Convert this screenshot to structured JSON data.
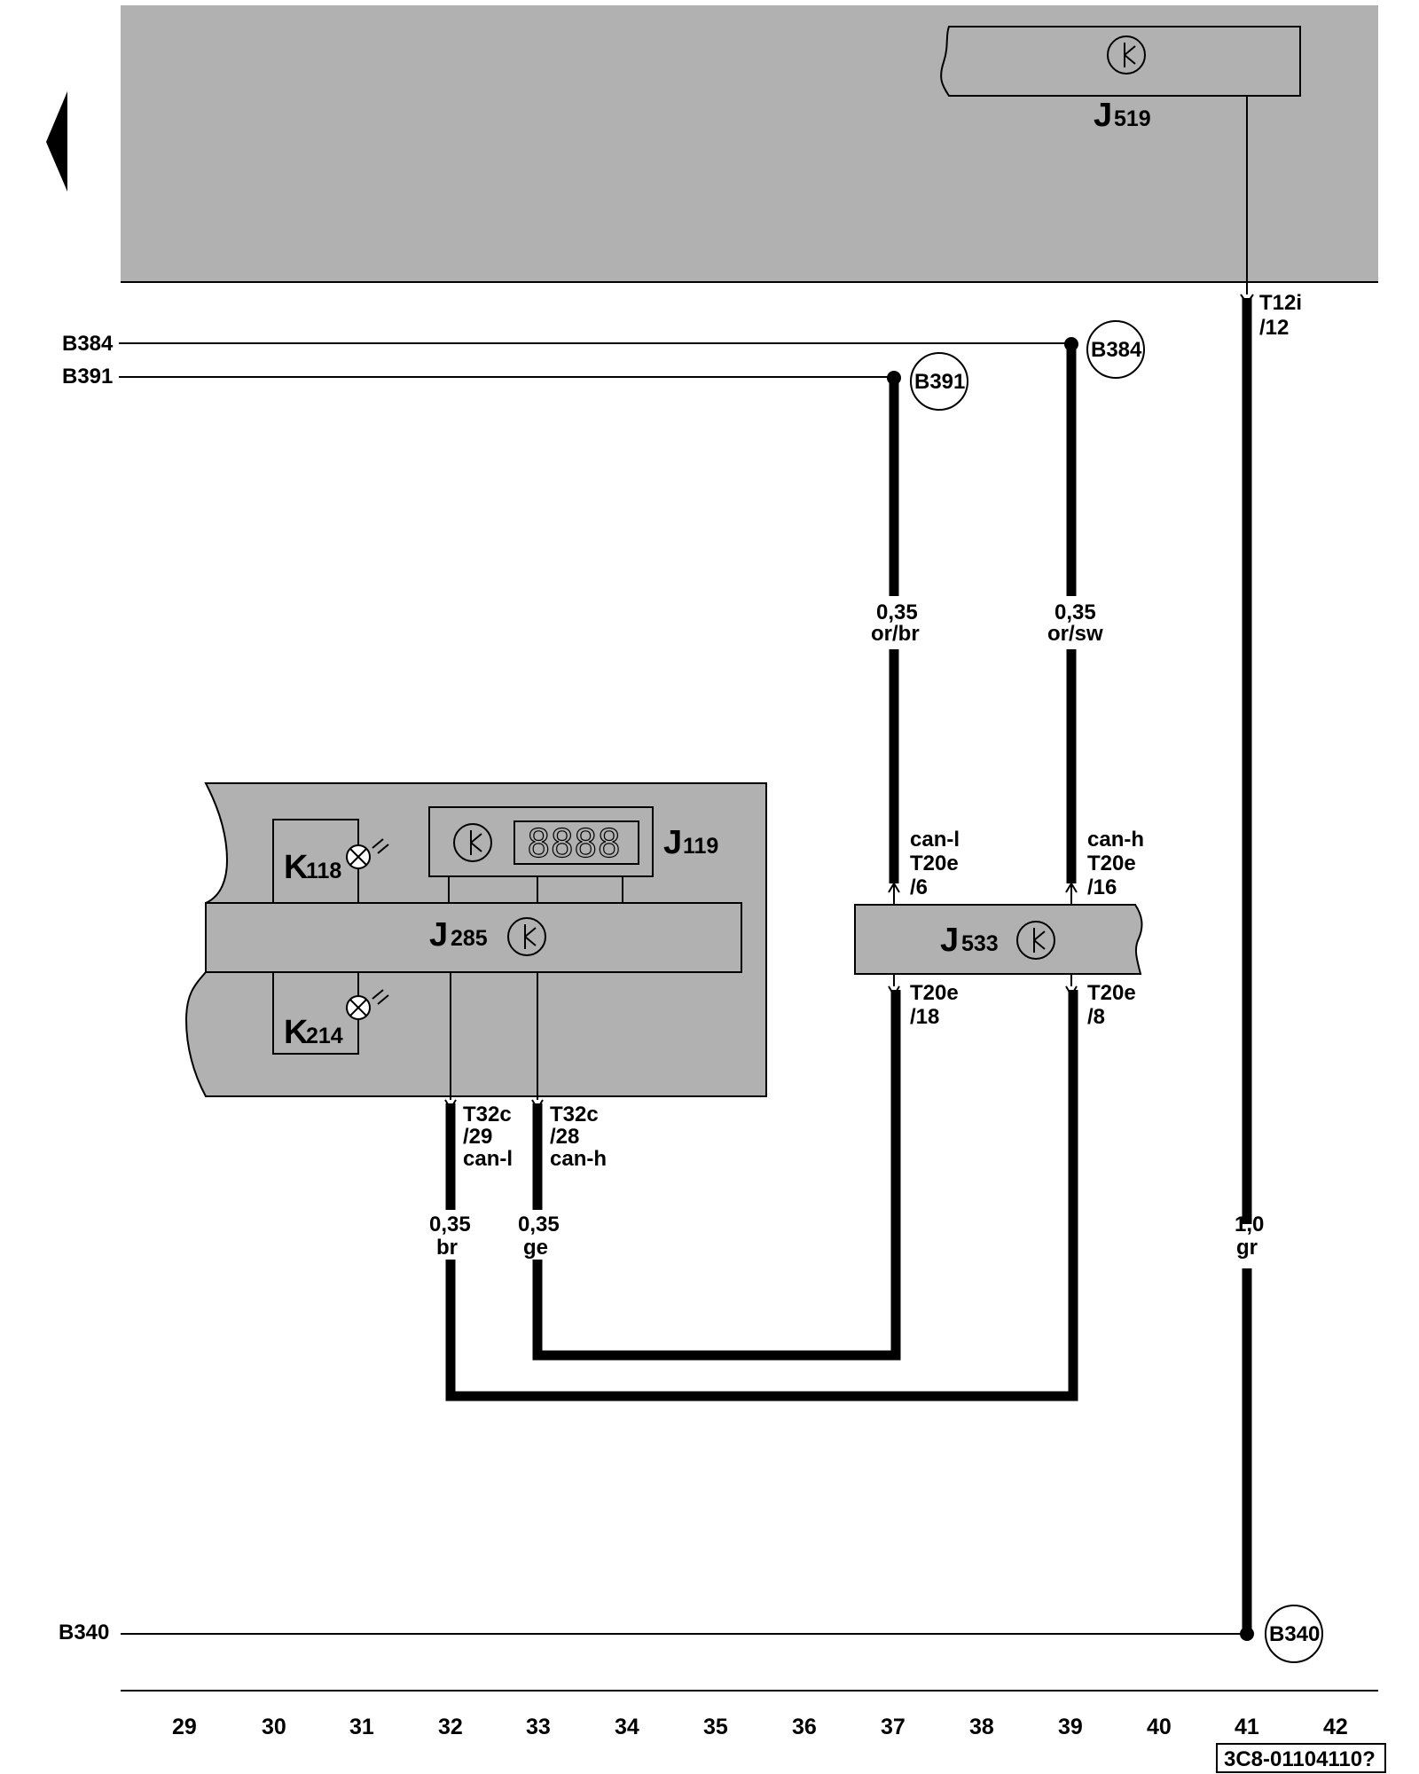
{
  "components": {
    "j519": {
      "letter": "J",
      "sub": "519"
    },
    "j119": {
      "letter": "J",
      "sub": "119"
    },
    "j285": {
      "letter": "J",
      "sub": "285"
    },
    "j533": {
      "letter": "J",
      "sub": "533"
    },
    "k118": {
      "letter": "K",
      "sub": "118"
    },
    "k214": {
      "letter": "K",
      "sub": "214"
    },
    "display_digits": "8888"
  },
  "branch_labels": {
    "b384_left": "B384",
    "b391_left": "B391",
    "b340_left": "B340"
  },
  "ref_circles": {
    "b384": "B384",
    "b391": "B391",
    "b340": "B340"
  },
  "connectors": {
    "t12i": {
      "l1": "T12i",
      "l2": "/12"
    },
    "t20e_6": {
      "l1": "can-l",
      "l2": "T20e",
      "l3": "/6"
    },
    "t20e_16": {
      "l1": "can-h",
      "l2": "T20e",
      "l3": "/16"
    },
    "t20e_18": {
      "l1": "T20e",
      "l2": "/18"
    },
    "t20e_8": {
      "l1": "T20e",
      "l2": "/8"
    },
    "t32c_29": {
      "l1": "T32c",
      "l2": "/29",
      "l3": "can-l"
    },
    "t32c_28": {
      "l1": "T32c",
      "l2": "/28",
      "l3": "can-h"
    }
  },
  "wires": {
    "or_br": {
      "size": "0,35",
      "color": "or/br"
    },
    "or_sw": {
      "size": "0,35",
      "color": "or/sw"
    },
    "br": {
      "size": "0,35",
      "color": "br"
    },
    "ge": {
      "size": "0,35",
      "color": "ge"
    },
    "gr": {
      "size": "1,0",
      "color": "gr"
    }
  },
  "grid_numbers": [
    "29",
    "30",
    "31",
    "32",
    "33",
    "34",
    "35",
    "36",
    "37",
    "38",
    "39",
    "40",
    "41",
    "42"
  ],
  "diagram_code": "3C8-01104110?"
}
